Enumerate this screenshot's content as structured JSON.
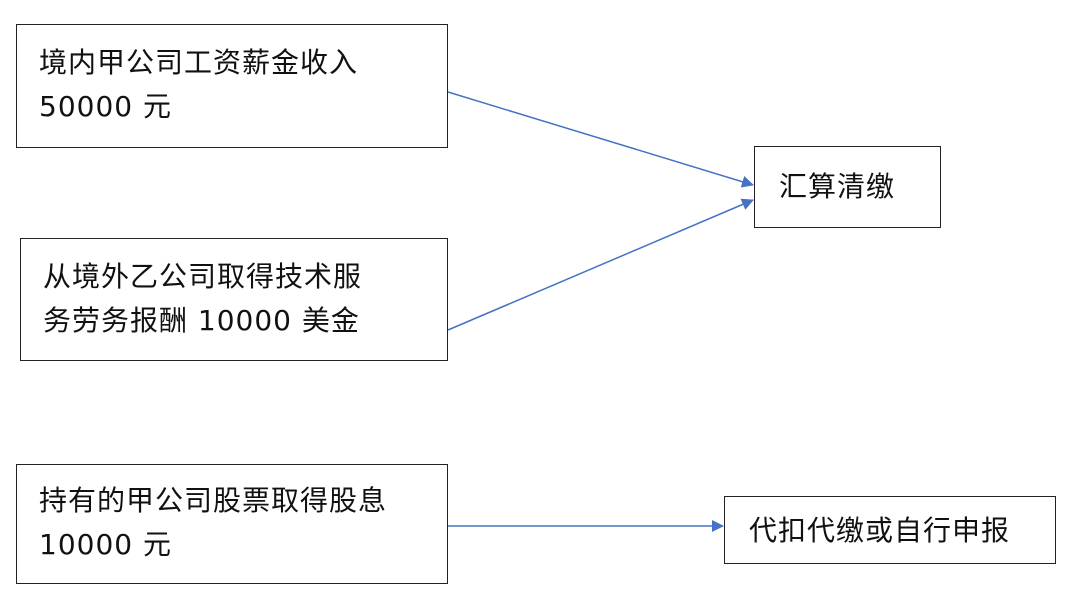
{
  "boxes": {
    "salary": {
      "line1": "境内甲公司工资薪金收入",
      "line2": "50000 元"
    },
    "service": {
      "line1": "从境外乙公司取得技术服",
      "line2": "务劳务报酬 10000 美金"
    },
    "dividend": {
      "line1": "持有的甲公司股票取得股息",
      "line2": "10000 元"
    },
    "settle": {
      "line1": "汇算清缴"
    },
    "withhold": {
      "line1": "代扣代缴或自行申报"
    }
  },
  "colors": {
    "arrow": "#4472c4",
    "border": "#222222"
  }
}
